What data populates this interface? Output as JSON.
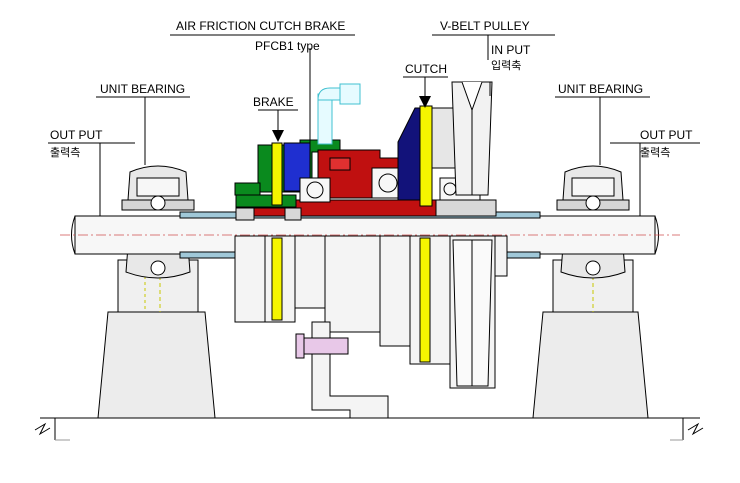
{
  "labels": {
    "air_friction": "AIR FRICTION CUTCH BRAKE",
    "model": "PFCB1  type",
    "v_belt": "V-BELT PULLEY",
    "input_en": "IN PUT",
    "input_kr": "입력축",
    "cutch": "CUTCH",
    "brake": "BRAKE",
    "unit_bearing_left": "UNIT BEARING",
    "unit_bearing_right": "UNIT BEARING",
    "output_left_en": "OUT PUT",
    "output_left_kr": "출력측",
    "output_right_en": "OUT PUT",
    "output_right_kr": "출력측"
  },
  "colors": {
    "green": "#0a8a1e",
    "blue": "#1f2fd0",
    "yellow": "#f5f500",
    "red": "#c01010",
    "navy": "#12127a",
    "gray": "#e6e6e6",
    "shaft": "#a0c8d8"
  }
}
